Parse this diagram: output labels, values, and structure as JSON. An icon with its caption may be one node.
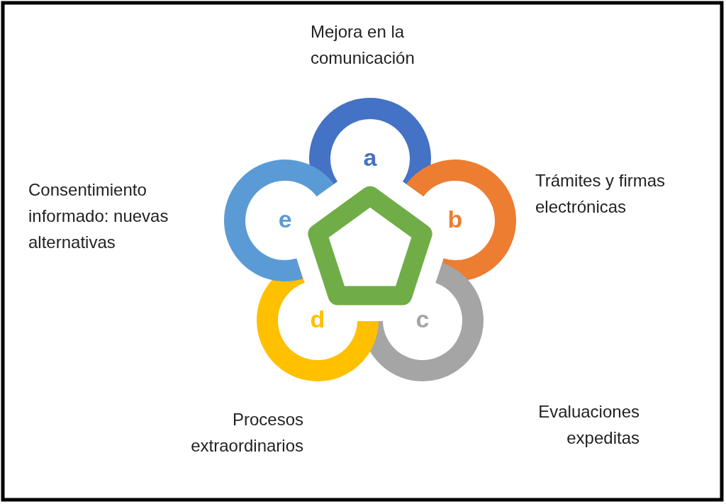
{
  "diagram": {
    "nodes": [
      {
        "text": [
          "a"
        ],
        "beside": [
          "Mejora en la comunicación"
        ]
      },
      {
        "text": [
          "b"
        ],
        "beside": [
          "Trámites y firmas electrónicas"
        ]
      },
      {
        "text": [
          "c"
        ],
        "beside": [
          "Evaluaciones expeditas"
        ]
      },
      {
        "text": [
          "d"
        ],
        "beside": [
          "Procesos extraordinarios"
        ]
      },
      {
        "text": [
          "e"
        ],
        "beside": [
          "Consentimiento informado: nuevas alternativas"
        ]
      },
      {
        "text": [],
        "shape": "pentagon"
      }
    ]
  }
}
